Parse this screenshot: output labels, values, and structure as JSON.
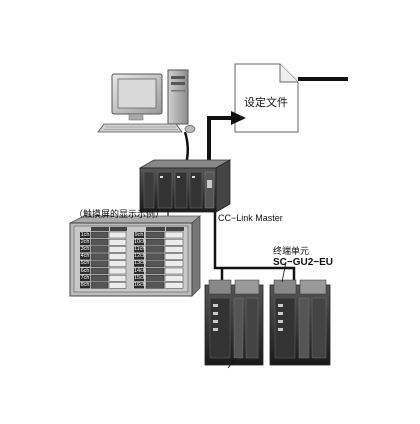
{
  "file": {
    "label": "设定文件"
  },
  "screen": {
    "caption": "（触摸屏的显示示例）",
    "rows": [
      {
        "left": "1ch",
        "right": "9ch"
      },
      {
        "left": "2ch",
        "right": "10ch"
      },
      {
        "left": "3ch",
        "right": "11ch"
      },
      {
        "left": "4ch",
        "right": "12ch"
      },
      {
        "left": "5ch",
        "right": "13ch"
      },
      {
        "left": "6ch",
        "right": "14ch"
      },
      {
        "left": "7ch",
        "right": "15ch"
      },
      {
        "left": "8ch",
        "right": "16ch"
      }
    ]
  },
  "plc": {
    "label": "CC−Link Master"
  },
  "terminal": {
    "label": "终端单元",
    "model": "SC−GU2−EU"
  },
  "colors": {
    "line": "#111111",
    "device_dark": "#2a2a2a",
    "screen_bg": "#c8c8c8"
  }
}
